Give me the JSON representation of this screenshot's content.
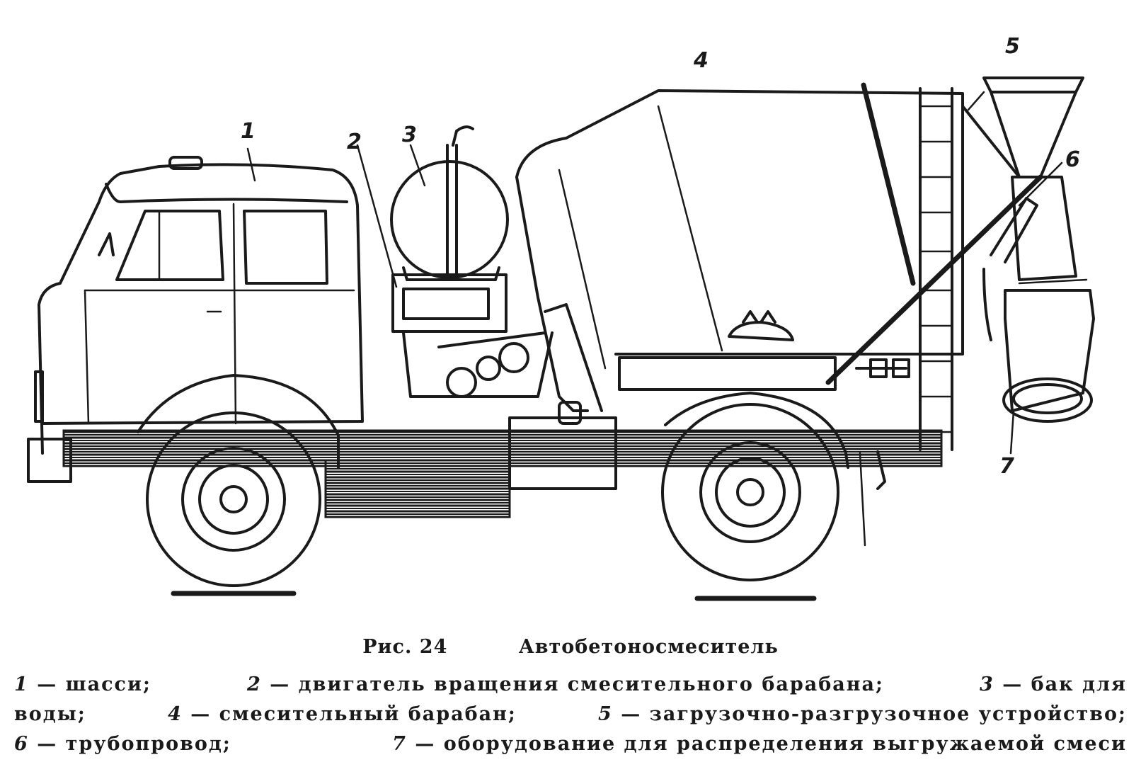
{
  "callouts": [
    "1",
    "2",
    "3",
    "4",
    "5",
    "6",
    "7"
  ],
  "caption": {
    "figure_label": "Рис. 24",
    "title": "Автобетоносмеситель"
  },
  "legend": [
    {
      "num": "1",
      "text": "— шасси;"
    },
    {
      "num": "2",
      "text": "— двигатель вращения смесительного барабана;"
    },
    {
      "num": "3",
      "text": "— бак для"
    },
    {
      "num": "",
      "text": "воды;"
    },
    {
      "num": "4",
      "text": "— смесительный барабан;"
    },
    {
      "num": "5",
      "text": "— загрузочно-разгрузочное устройство;"
    },
    {
      "num": "6",
      "text": "— трубопровод;"
    },
    {
      "num": "7",
      "text": "— оборудование для распределения выгружаемой смеси"
    }
  ]
}
